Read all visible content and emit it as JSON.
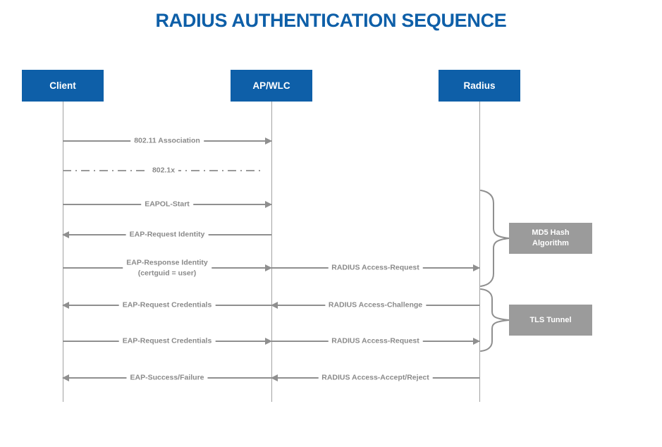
{
  "title": "RADIUS AUTHENTICATION SEQUENCE",
  "actors": [
    {
      "label": "Client"
    },
    {
      "label": "AP/WLC"
    },
    {
      "label": "Radius"
    }
  ],
  "messages": [
    {
      "label": "802.11 Association",
      "from": "Client",
      "to": "AP/WLC",
      "style": "solid",
      "direction": "right"
    },
    {
      "label": "802.1x",
      "from": "Client",
      "to": "AP/WLC",
      "style": "dash-dot",
      "direction": "none"
    },
    {
      "label": "EAPOL-Start",
      "from": "Client",
      "to": "AP/WLC",
      "style": "solid",
      "direction": "right"
    },
    {
      "label": "EAP-Request Identity",
      "from": "AP/WLC",
      "to": "Client",
      "style": "solid",
      "direction": "left"
    },
    {
      "label": "EAP-Response Identity",
      "sublabel": "(certguid = user)",
      "from": "Client",
      "to": "AP/WLC",
      "style": "solid",
      "direction": "right"
    },
    {
      "label": "RADIUS Access-Request",
      "from": "AP/WLC",
      "to": "Radius",
      "style": "solid",
      "direction": "right"
    },
    {
      "label": "EAP-Request Credentials",
      "from": "AP/WLC",
      "to": "Client",
      "style": "solid",
      "direction": "left"
    },
    {
      "label": "RADIUS Access-Challenge",
      "from": "Radius",
      "to": "AP/WLC",
      "style": "solid",
      "direction": "left"
    },
    {
      "label": "EAP-Request Credentials",
      "from": "Client",
      "to": "AP/WLC",
      "style": "solid",
      "direction": "right"
    },
    {
      "label": "RADIUS Access-Request",
      "from": "AP/WLC",
      "to": "Radius",
      "style": "solid",
      "direction": "right"
    },
    {
      "label": "EAP-Success/Failure",
      "from": "AP/WLC",
      "to": "Client",
      "style": "solid",
      "direction": "left"
    },
    {
      "label": "RADIUS Access-Accept/Reject",
      "from": "Radius",
      "to": "AP/WLC",
      "style": "solid",
      "direction": "left"
    }
  ],
  "annotations": [
    {
      "label": "MD5 Hash Algorithm"
    },
    {
      "label": "TLS Tunnel"
    }
  ],
  "colors": {
    "accent": "#0e5fa8",
    "actor_bg": "#0e5fa8",
    "line": "#8f8f8f",
    "note_bg": "#9b9b9b"
  }
}
